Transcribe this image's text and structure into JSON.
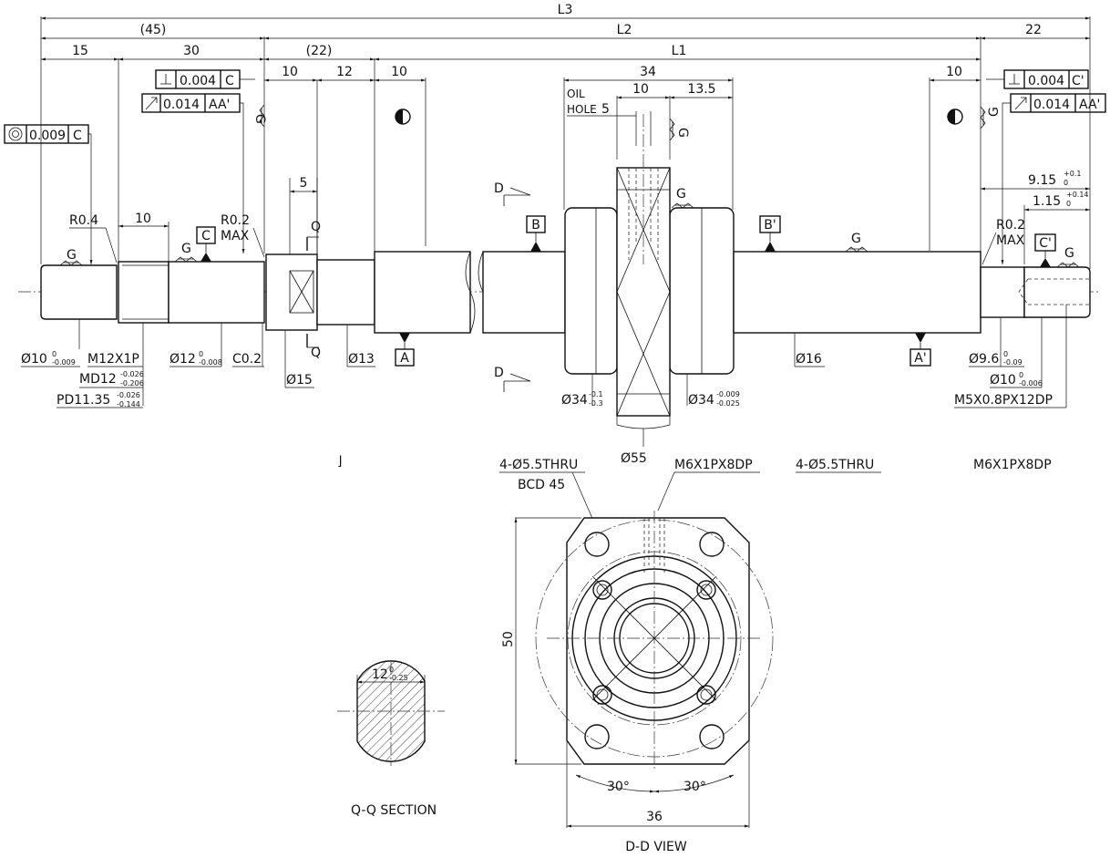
{
  "dims": {
    "L3": "L3",
    "L2": "L2",
    "L1": "L1",
    "d45": "(45)",
    "d15": "15",
    "d30": "30",
    "d22p": "(22)",
    "d22": "22",
    "d10a": "10",
    "d12": "12",
    "d10b": "10",
    "d34": "34",
    "d10c": "10",
    "d13_5": "13.5",
    "d10d": "10",
    "d5": "5",
    "d10e": "10",
    "d50": "50",
    "d36": "36",
    "d12_qq": "12",
    "d12_qq_tol_up": "0",
    "d12_qq_tol_lo": "-0.25"
  },
  "diameters": {
    "d10": "Ø10",
    "d10_tol_up": "0",
    "d10_tol_lo": "-0.009",
    "m12": "M12X1P",
    "md12": "MD12",
    "md12_tol_up": "-0.026",
    "md12_tol_lo": "-0.206",
    "pd": "PD11.35",
    "pd_tol_up": "-0.026",
    "pd_tol_lo": "-0.144",
    "d12": "Ø12",
    "d12_tol_up": "0",
    "d12_tol_lo": "-0.008",
    "c02": "C0.2",
    "d15": "Ø15",
    "d13": "Ø13",
    "d16": "Ø16",
    "d34a": "Ø34",
    "d34a_tol_up": "-0.1",
    "d34a_tol_lo": "-0.3",
    "d34b": "Ø34",
    "d34b_tol_up": "-0.009",
    "d34b_tol_lo": "-0.025",
    "d55": "Ø55",
    "d96": "Ø9.6",
    "d96_tol_up": "0",
    "d96_tol_lo": "-0.09",
    "d10r": "Ø10",
    "d10r_tol_up": "0",
    "d10r_tol_lo": "-0.006",
    "m5": "M5X0.8PX12DP",
    "d915": "9.15",
    "d915_tol_up": "+0.1",
    "d915_tol_lo": "0",
    "d115": "1.15",
    "d115_tol_up": "+0.14",
    "d115_tol_lo": "0"
  },
  "radii": {
    "r04": "R0.4",
    "r02": "R0.2",
    "max": "MAX",
    "r02r": "R0.2",
    "maxr": "MAX"
  },
  "tolerance_frames": {
    "conc": {
      "value": "0.009",
      "datum": "C"
    },
    "perp_l": {
      "value": "0.004",
      "datum": "C"
    },
    "run_l": {
      "value": "0.014",
      "datum": "AA'"
    },
    "perp_r": {
      "value": "0.004",
      "datum": "C'"
    },
    "run_r": {
      "value": "0.014",
      "datum": "AA'"
    }
  },
  "datums": {
    "A": "A",
    "Ap": "A'",
    "B": "B",
    "Bp": "B'",
    "C": "C",
    "Cp": "C'"
  },
  "symbols": {
    "g": "G",
    "d": "D",
    "q": "Q"
  },
  "labels": {
    "oil": "OIL",
    "hole": "HOLE",
    "hole_size": "5",
    "thru_l": "4-Ø5.5THRU",
    "bcd": "BCD 45",
    "m6_l": "M6X1PX8DP",
    "thru_r": "4-Ø5.5THRU",
    "m6_r": "M6X1PX8DP",
    "deg_l": "30°",
    "deg_r": "30°",
    "qq_section": "Q-Q SECTION",
    "dd_view": "D-D VIEW",
    "stray": "⌋"
  }
}
